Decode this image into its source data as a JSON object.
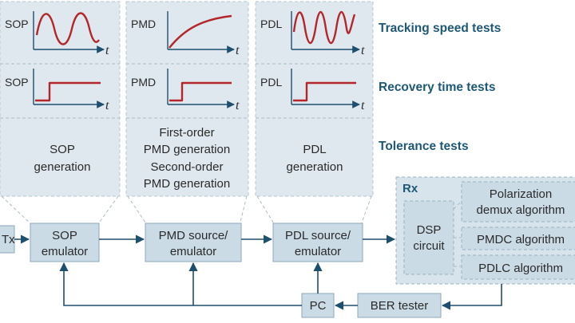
{
  "row_labels": {
    "tracking": "Tracking speed tests",
    "recovery": "Recovery time tests",
    "tolerance": "Tolerance tests"
  },
  "panels": {
    "sop": {
      "tracking_y": "SOP",
      "recovery_y": "SOP",
      "generation": [
        "SOP",
        "generation"
      ]
    },
    "pmd": {
      "tracking_y": "PMD",
      "recovery_y": "PMD",
      "generation": [
        "First-order",
        "PMD generation",
        "Second-order",
        "PMD generation"
      ]
    },
    "pdl": {
      "tracking_y": "PDL",
      "recovery_y": "PDL",
      "generation": [
        "PDL",
        "generation"
      ]
    }
  },
  "axis_t": "t",
  "blocks": {
    "tx": "Tx",
    "sop_emulator": [
      "SOP",
      "emulator"
    ],
    "pmd_emulator": [
      "PMD source/",
      "emulator"
    ],
    "pdl_emulator": [
      "PDL source/",
      "emulator"
    ],
    "pc": "PC",
    "ber": "BER tester"
  },
  "rx": {
    "title": "Rx",
    "dsp": [
      "DSP",
      "circuit"
    ],
    "algorithms": [
      [
        "Polarization",
        "demux algorithm"
      ],
      [
        "PMDC algorithm"
      ],
      [
        "PDLC algorithm"
      ]
    ]
  },
  "colors": {
    "signal": "#b3262a",
    "accent": "#1d5877",
    "box": "#cadbe6"
  }
}
